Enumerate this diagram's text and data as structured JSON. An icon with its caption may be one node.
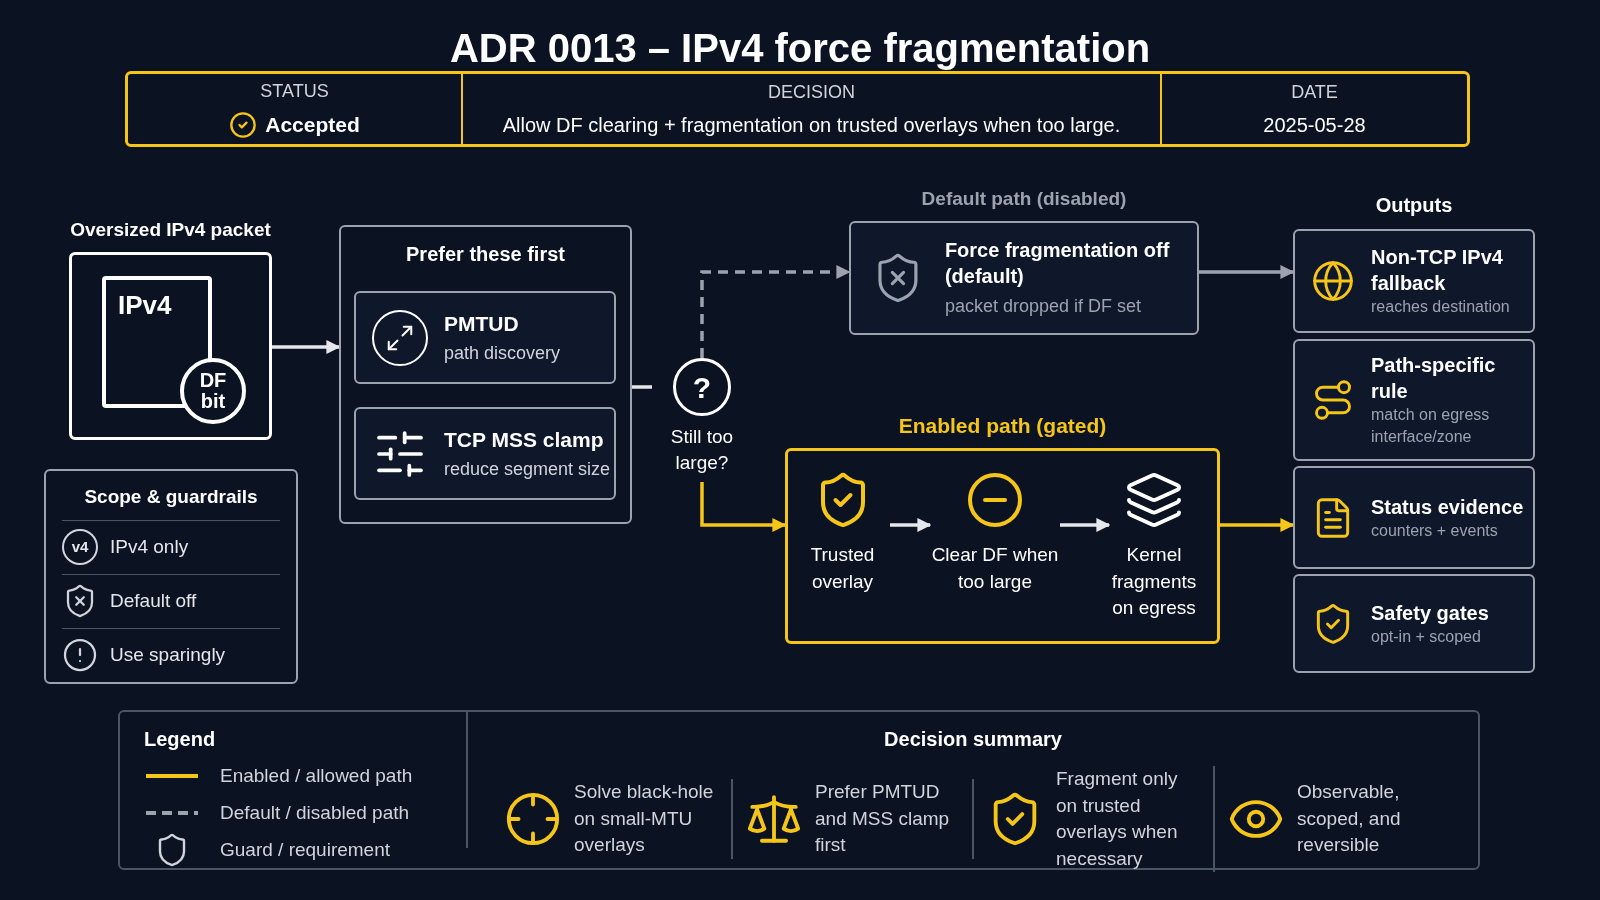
{
  "diagram": {
    "title": "ADR 0013 – IPv4 force fragmentation",
    "nodes": [
      {
        "text": [
          "Oversized IPv4 packet"
        ]
      },
      {
        "text": [
          "IPv4"
        ],
        "in": 0
      },
      {
        "text": [
          "DF bit"
        ],
        "in": 0
      },
      {
        "text": [
          "Scope & guardrails",
          "IPv4 only",
          "Default off",
          "Use sparingly"
        ]
      },
      {
        "text": [
          "Prefer these first"
        ]
      },
      {
        "text": [
          "PMTUD",
          "path discovery"
        ],
        "in": 4
      },
      {
        "text": [
          "TCP MSS clamp",
          "reduce segment size"
        ],
        "in": 4
      },
      {
        "text": [
          "?"
        ],
        "beside": [
          "Still too large?"
        ]
      },
      {
        "text": [
          "Force fragmentation off (default)",
          "packet dropped if DF set"
        ],
        "beside": [
          "Default path (disabled)"
        ]
      },
      {
        "text": [
          "Enabled path (gated)"
        ]
      },
      {
        "text": [
          "Trusted overlay"
        ],
        "in": 9
      },
      {
        "text": [
          "Clear DF when too large"
        ],
        "in": 9
      },
      {
        "text": [
          "Kernel fragments on egress"
        ],
        "in": 9
      },
      {
        "text": [
          "Non-TCP IPv4 fallback",
          "reaches destination"
        ]
      },
      {
        "text": [
          "Path-specific rule",
          "match on egress interface/zone"
        ]
      },
      {
        "text": [
          "Status evidence",
          "counters + events"
        ]
      },
      {
        "text": [
          "Safety gates",
          "opt-in + scoped"
        ]
      }
    ],
    "edges": [
      {
        "from": 0,
        "to": 4,
        "arrow": "to"
      },
      {
        "from": 4,
        "to": 7,
        "arrow": "none"
      },
      {
        "from": 7,
        "to": 8,
        "arrow": "to",
        "style": "dashed",
        "color": "#9ca3af"
      },
      {
        "from": 7,
        "to": 9,
        "arrow": "to",
        "color": "#f5c518"
      },
      {
        "from": 8,
        "to": 13,
        "arrow": "to",
        "color": "#9ca3af"
      },
      {
        "from": 9,
        "to": 15,
        "arrow": "to",
        "color": "#f5c518"
      },
      {
        "from": 10,
        "to": 11,
        "arrow": "to"
      },
      {
        "from": 11,
        "to": 12,
        "arrow": "to"
      }
    ],
    "labels": [
      "STATUS",
      "Accepted",
      "DECISION",
      "Allow DF clearing + fragmentation on trusted overlays when too large.",
      "DATE",
      "2025-05-28",
      "Outputs",
      "v4",
      "Legend",
      "Decision summary",
      "Solve black-hole on small-MTU overlays",
      "Prefer PMTUD and MSS clamp first",
      "Fragment only on trusted overlays when necessary",
      "Observable, scoped, and reversible"
    ],
    "legend": [
      {
        "text": "Enabled / allowed path"
      },
      {
        "text": "Default / disabled path"
      },
      {
        "text": "Guard / requirement"
      }
    ]
  }
}
